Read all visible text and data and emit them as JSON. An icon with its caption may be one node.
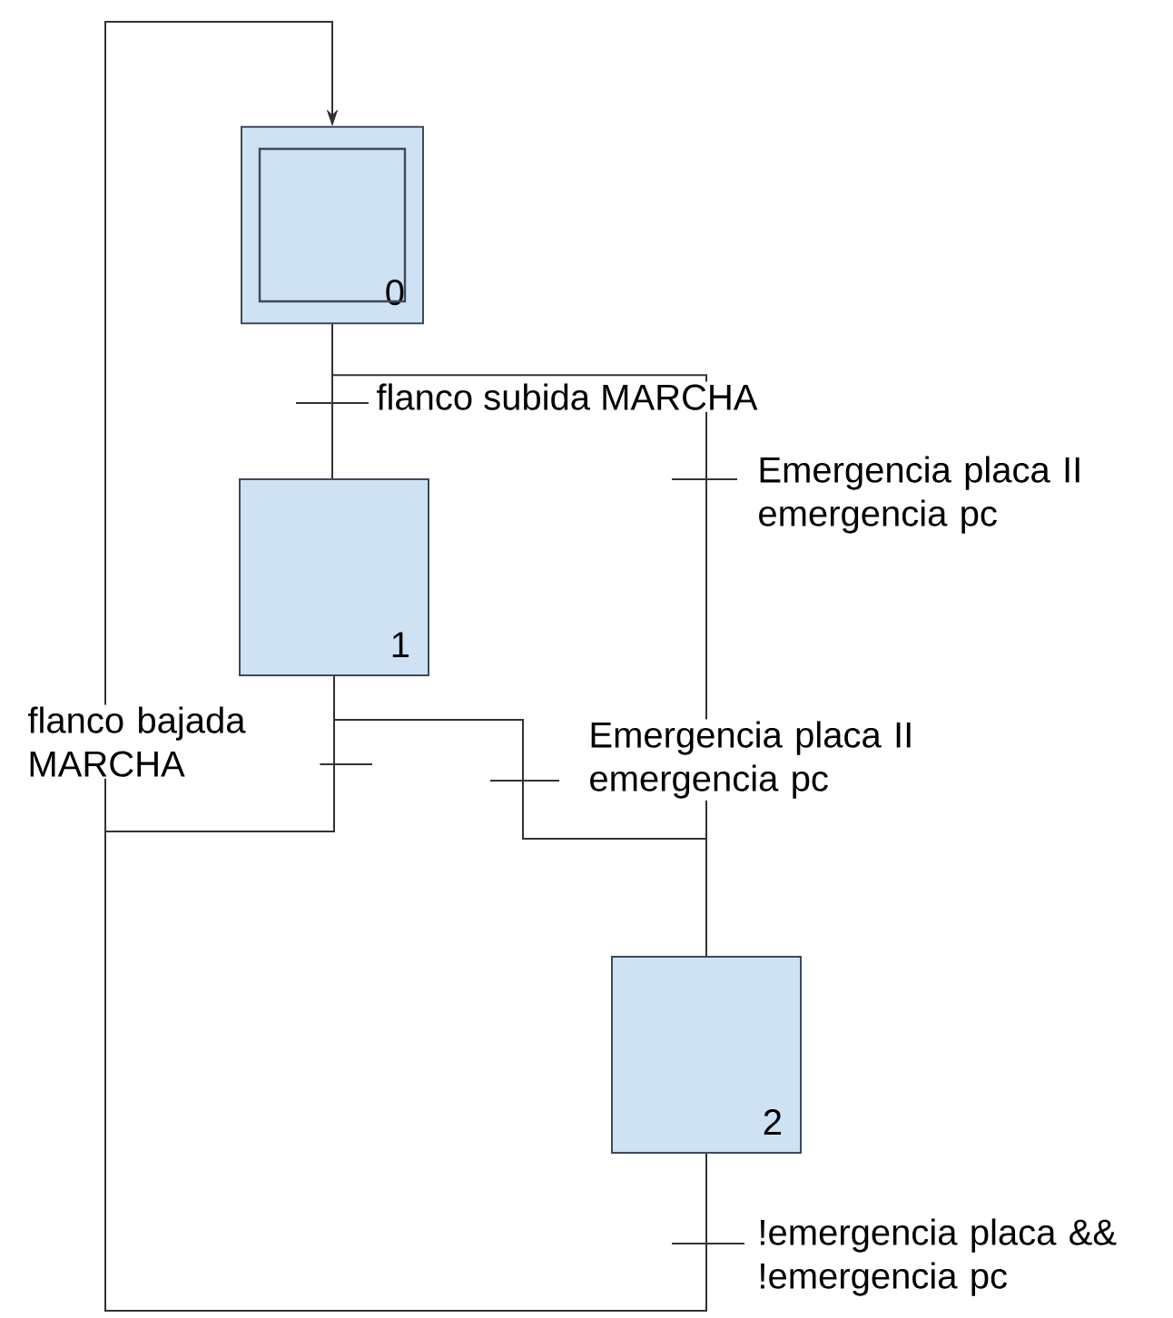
{
  "diagram": {
    "nodes": [
      {
        "text": [
          "0"
        ]
      },
      {
        "text": [
          "1"
        ]
      },
      {
        "text": [
          "2"
        ]
      }
    ],
    "edges": [
      {
        "from": 0,
        "to": 1,
        "arrow": "none",
        "label": "flanco subida MARCHA"
      },
      {
        "from": 0,
        "to": 2,
        "arrow": "none",
        "label": "Emergencia placa II emergencia pc"
      },
      {
        "from": 1,
        "to": 0,
        "arrow": "to",
        "label": "flanco bajada MARCHA"
      },
      {
        "from": 1,
        "to": 2,
        "arrow": "none",
        "label": "Emergencia placa II emergencia pc"
      },
      {
        "from": 2,
        "to": 0,
        "arrow": "to",
        "label": "!emergencia placa && !emergencia pc"
      }
    ]
  }
}
